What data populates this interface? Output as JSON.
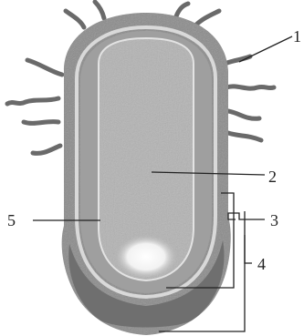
{
  "diagram": {
    "labels": [
      {
        "id": "1",
        "text": "1"
      },
      {
        "id": "2",
        "text": "2"
      },
      {
        "id": "3",
        "text": "3"
      },
      {
        "id": "4",
        "text": "4"
      },
      {
        "id": "5",
        "text": "5"
      }
    ]
  },
  "colors": {
    "outer_coat": "#8c8c8c",
    "outer_coat_dark": "#6e6e6e",
    "inner_layer": "#a9a9a9",
    "interior": "#b8b8b8",
    "interior_speckle": "#9a9a9a",
    "cap_tip": "#f4f4f4",
    "lines": "#222222"
  }
}
